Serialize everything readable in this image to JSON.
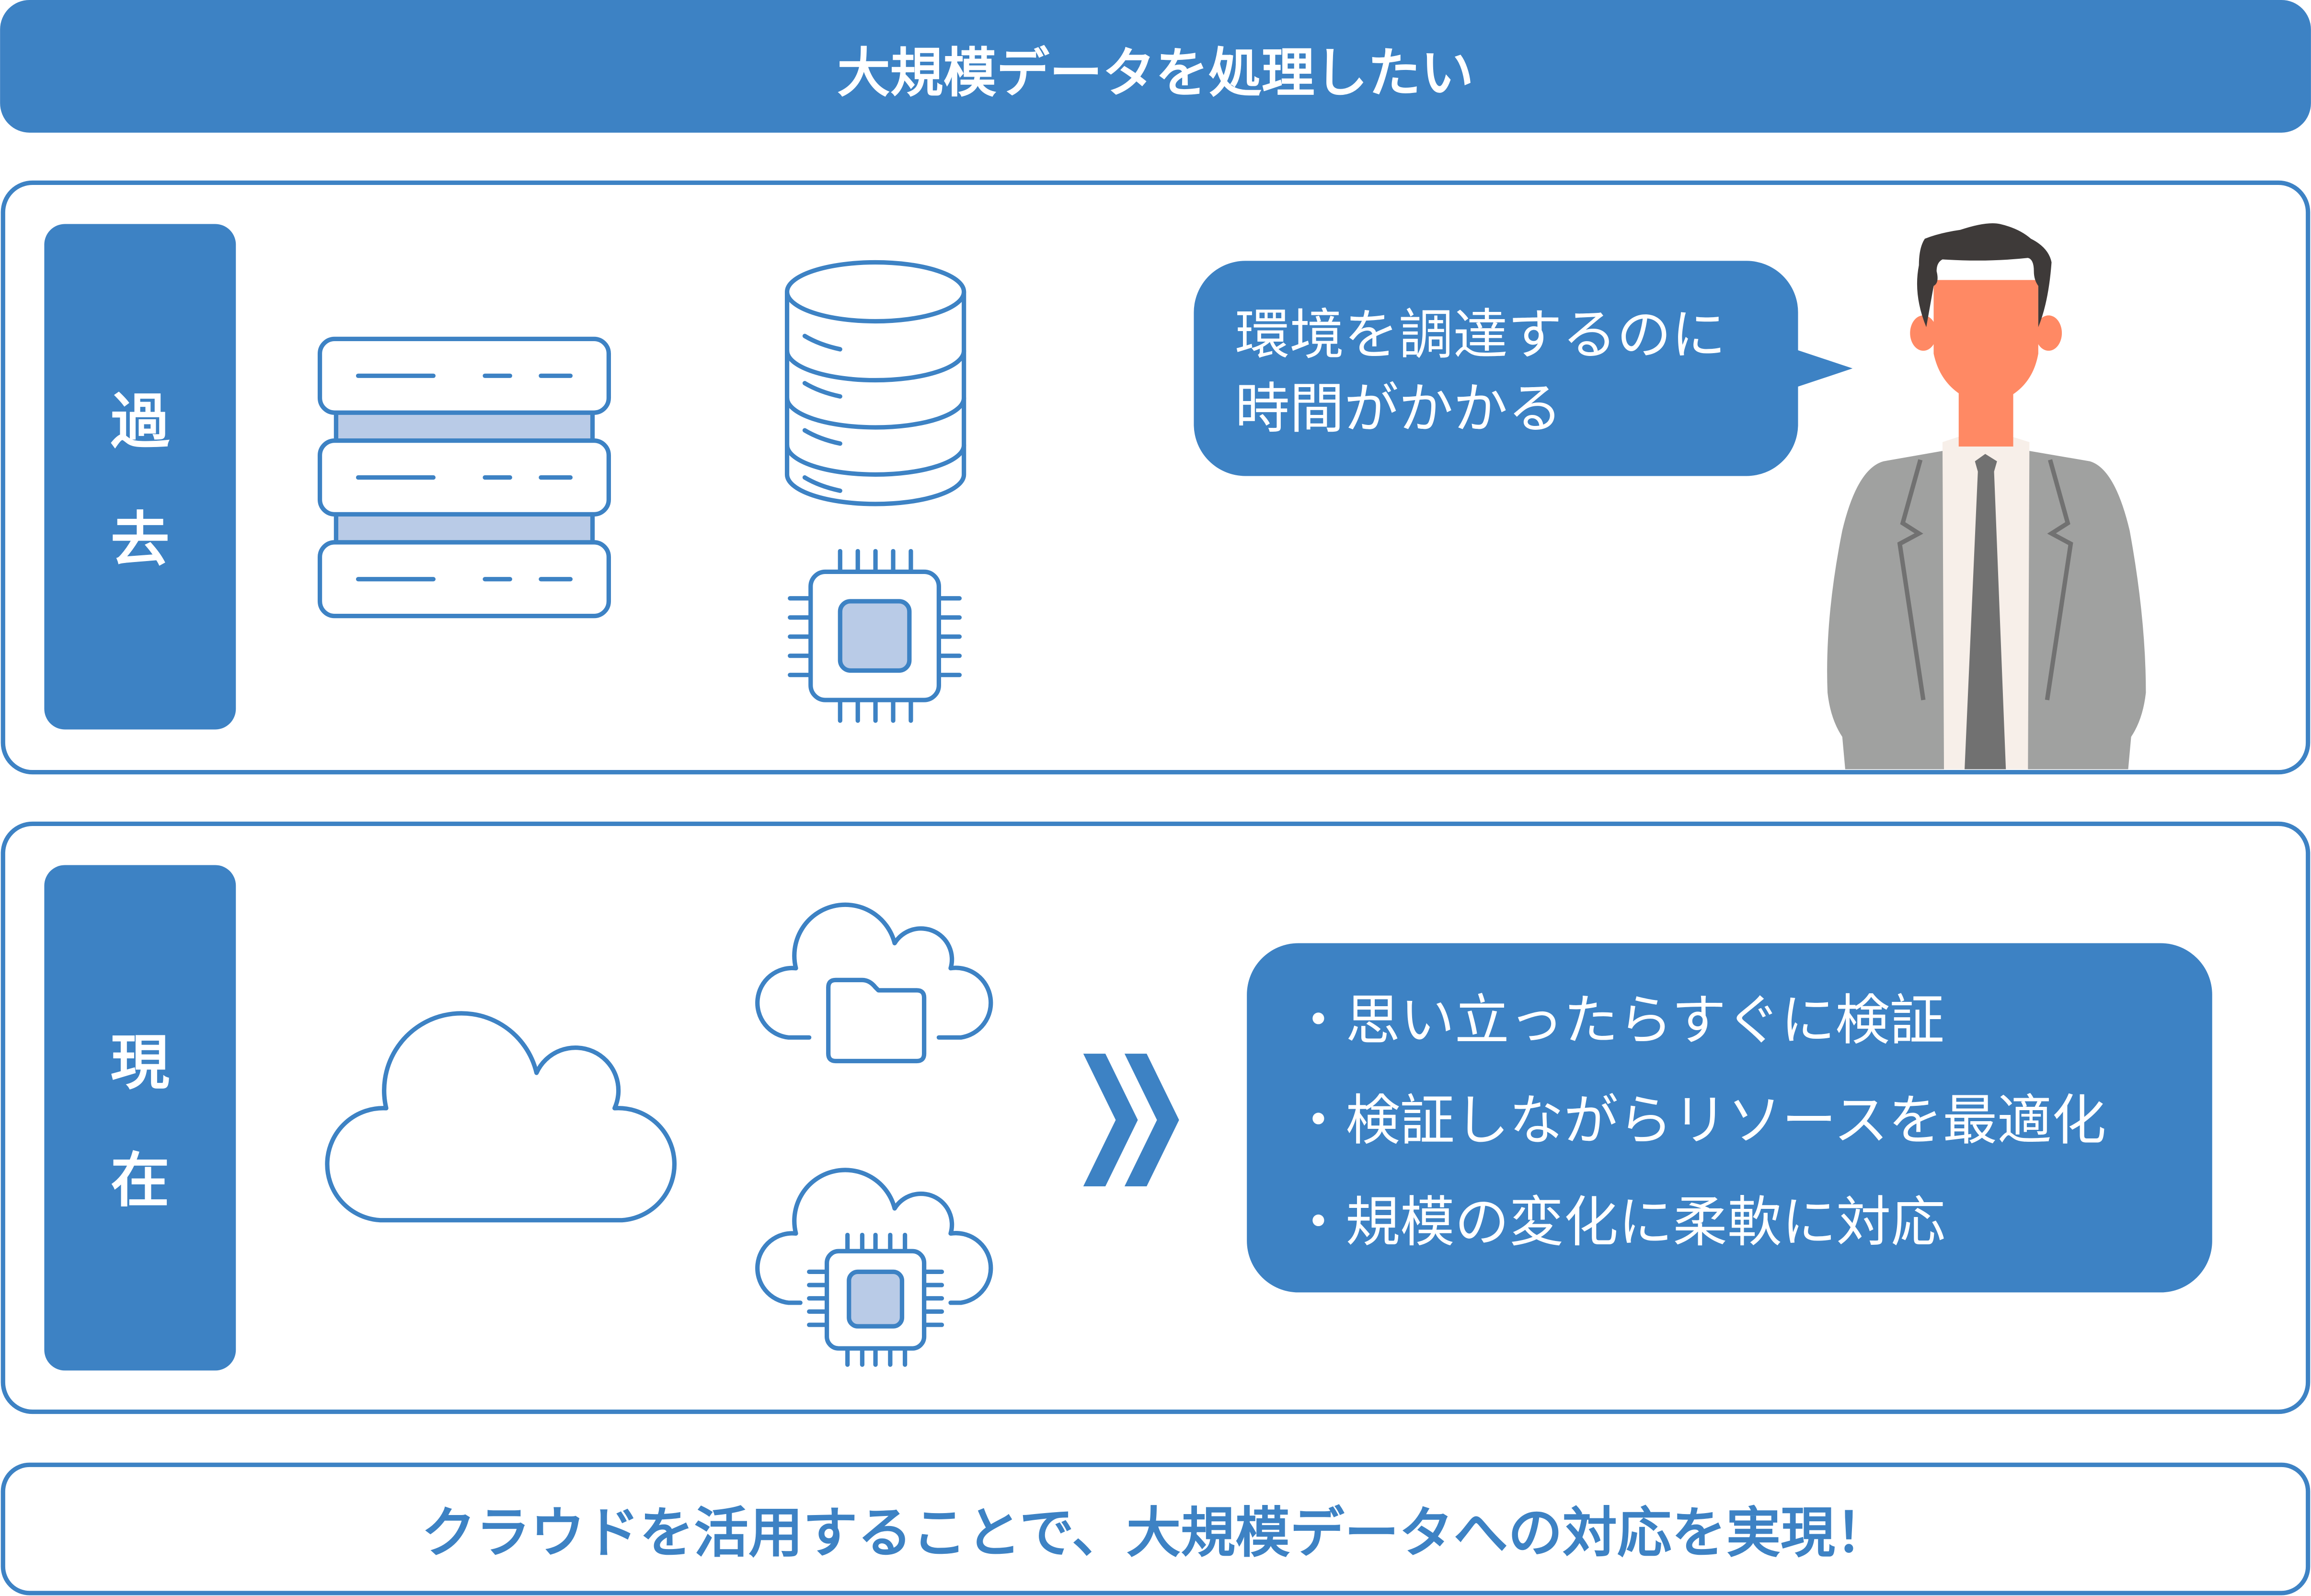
{
  "header": {
    "title": "大規模データを処理したい"
  },
  "past": {
    "label_line1": "過",
    "label_line2": "去",
    "speech_line1": "環境を調達するのに",
    "speech_line2": "時間がかかる",
    "icons": [
      "server-rack-icon",
      "database-icon",
      "cpu-chip-icon",
      "businessman-illustration"
    ]
  },
  "present": {
    "label_line1": "現",
    "label_line2": "在",
    "bullet_mark": "・",
    "benefits": [
      "思い立ったらすぐに検証",
      "検証しながらリソースを最適化",
      "規模の変化に柔軟に対応"
    ],
    "icons": [
      "cloud-icon",
      "cloud-folder-icon",
      "cloud-chip-icon",
      "double-chevron-right-icon"
    ]
  },
  "footer": {
    "conclusion": "クラウドを活用することで、大規模データへの対応を実現！"
  },
  "colors": {
    "primary": "#3d82c4",
    "light_fill": "#b9cbe7",
    "suit": "#a0a1a0",
    "tie": "#717171",
    "skin": "#ff8964",
    "hair": "#3e3a39",
    "shirt": "#f7efe9"
  }
}
